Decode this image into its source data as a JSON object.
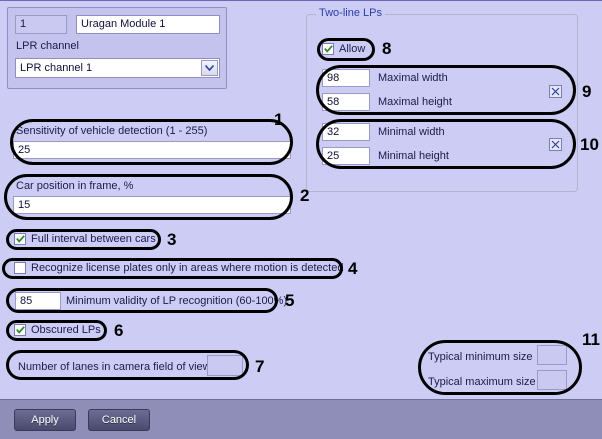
{
  "window": {
    "background_color": "#ccccf5",
    "panel_color": "#c3c3ee"
  },
  "module_panel": {
    "id_value": "1",
    "name_value": "Uragan Module 1",
    "channel_label": "LPR channel",
    "channel_value": "LPR channel 1",
    "dropdown_icon": "chevron-down-icon"
  },
  "left_column": {
    "sensitivity": {
      "label": "Sensitivity of vehicle detection (1 - 255)",
      "value": "25"
    },
    "car_position": {
      "label": "Car position in frame, %",
      "value": "15"
    },
    "full_interval": {
      "label": "Full interval between cars",
      "checked": true
    },
    "recognize_motion": {
      "label": "Recognize license plates only in areas where motion is detected",
      "checked": false
    },
    "min_validity": {
      "label": "Minimum validity of LP recognition (60-100%)",
      "value": "85"
    },
    "obscured": {
      "label": "Obscured LPs",
      "checked": true
    },
    "lanes": {
      "label": "Number of lanes in camera field of view",
      "value": ""
    }
  },
  "two_line_lps": {
    "legend": "Two-line LPs",
    "legend_color": "#2b3fa8",
    "allow": {
      "label": "Allow",
      "checked": true
    },
    "maximal_width": {
      "label": "Maximal width",
      "value": "98"
    },
    "maximal_height": {
      "label": "Maximal height",
      "value": "58"
    },
    "minimal_width": {
      "label": "Minimal width",
      "value": "32"
    },
    "minimal_height": {
      "label": "Minimal height",
      "value": "25"
    },
    "max_picker_icon": "x-box-icon",
    "min_picker_icon": "x-box-icon"
  },
  "typical_size": {
    "minimum": {
      "label": "Typical minimum size",
      "value": ""
    },
    "maximum": {
      "label": "Typical maximum size",
      "value": ""
    }
  },
  "footer": {
    "apply_label": "Apply",
    "cancel_label": "Cancel"
  },
  "annotations": {
    "n1": "1",
    "n2": "2",
    "n3": "3",
    "n4": "4",
    "n5": "5",
    "n6": "6",
    "n7": "7",
    "n8": "8",
    "n9": "9",
    "n10": "10",
    "n11": "11"
  }
}
